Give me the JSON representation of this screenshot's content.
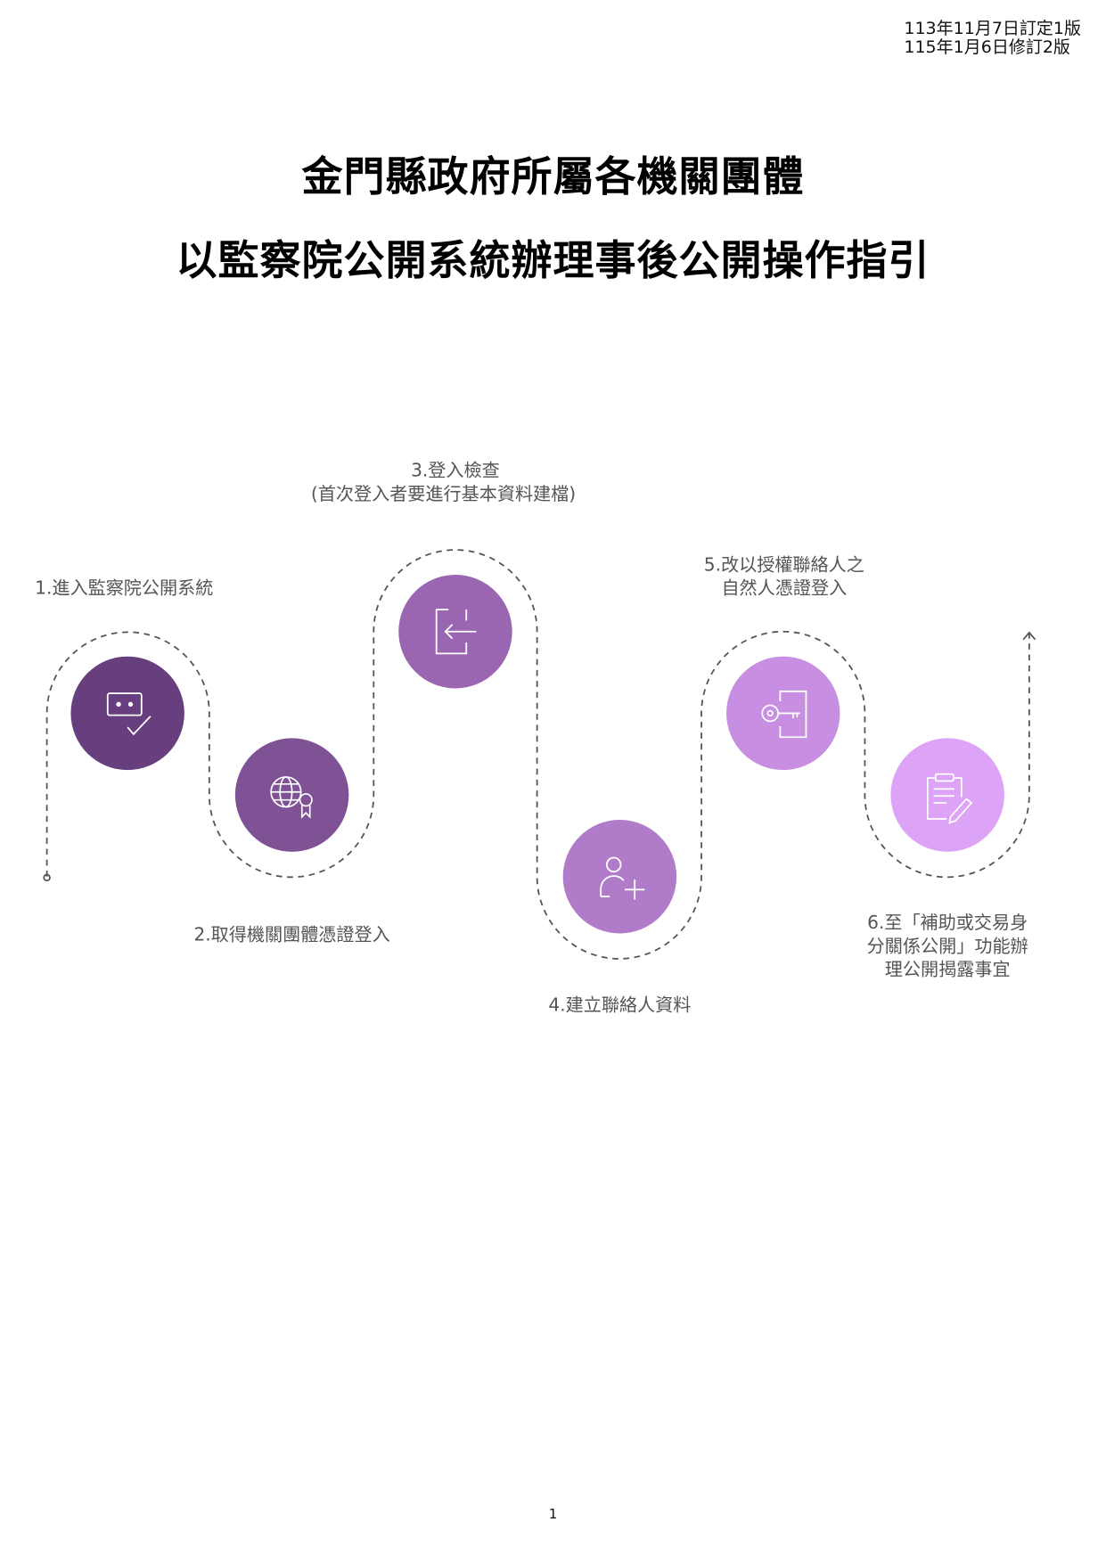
{
  "revision": {
    "line1": "113年11月7日訂定1版",
    "line2": "115年1月6日修訂2版"
  },
  "title": {
    "line1": "金門縣政府所屬各機關團體",
    "line2": "以監察院公開系統辦理事後公開操作指引"
  },
  "steps": [
    {
      "lines": [
        "1.進入監察院公開系統"
      ],
      "icon": "screen-check-icon",
      "color": "#673e7e"
    },
    {
      "lines": [
        "2.取得機關團體憑證登入"
      ],
      "icon": "globe-certificate-icon",
      "color": "#7f5296"
    },
    {
      "lines": [
        "3.登入檢查",
        "(首次登入者要進行基本資料建檔)"
      ],
      "icon": "login-icon",
      "color": "#9b66b1"
    },
    {
      "lines": [
        "4.建立聯絡人資料"
      ],
      "icon": "add-user-icon",
      "color": "#b07cc9"
    },
    {
      "lines": [
        "5.改以授權聯絡人之",
        "自然人憑證登入"
      ],
      "icon": "key-door-icon",
      "color": "#c78ee1"
    },
    {
      "lines": [
        "6.至「補助或交易身",
        "分關係公開」功能辦",
        "理公開揭露事宜"
      ],
      "icon": "clipboard-edit-icon",
      "color": "#dca3f6"
    }
  ],
  "page_number": "1"
}
